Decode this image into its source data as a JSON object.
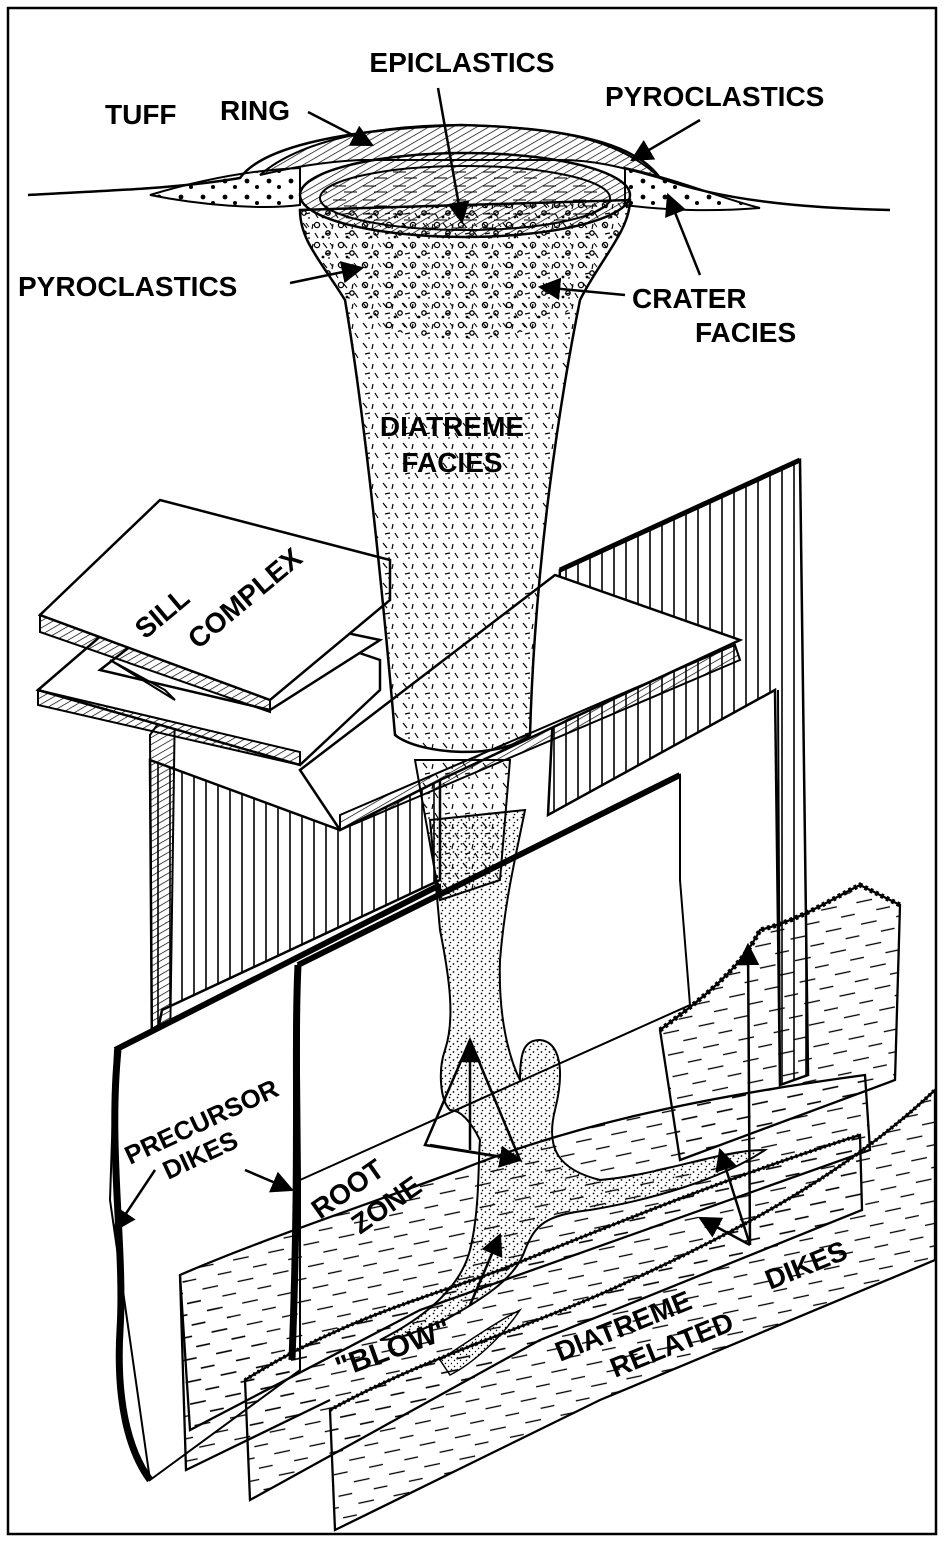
{
  "labels": {
    "epiclastics": "EPICLASTICS",
    "tuff_ring_1": "TUFF",
    "tuff_ring_2": "RING",
    "pyroclastics_top": "PYROCLASTICS",
    "pyroclastics_left": "PYROCLASTICS",
    "crater_facies_1": "CRATER",
    "crater_facies_2": "FACIES",
    "diatreme_facies_1": "DIATREME",
    "diatreme_facies_2": "FACIES",
    "sill_complex_1": "SILL",
    "sill_complex_2": "COMPLEX",
    "precursor_dikes_1": "PRECURSOR",
    "precursor_dikes_2": "DIKES",
    "root_zone_1": "ROOT",
    "root_zone_2": "ZONE",
    "blow": "\"BLOW\"",
    "diatreme_related_1": "DIATREME",
    "diatreme_related_2": "RELATED",
    "diatreme_related_3": "DIKES"
  },
  "colors": {
    "ink": "#000000",
    "paper": "#ffffff"
  }
}
